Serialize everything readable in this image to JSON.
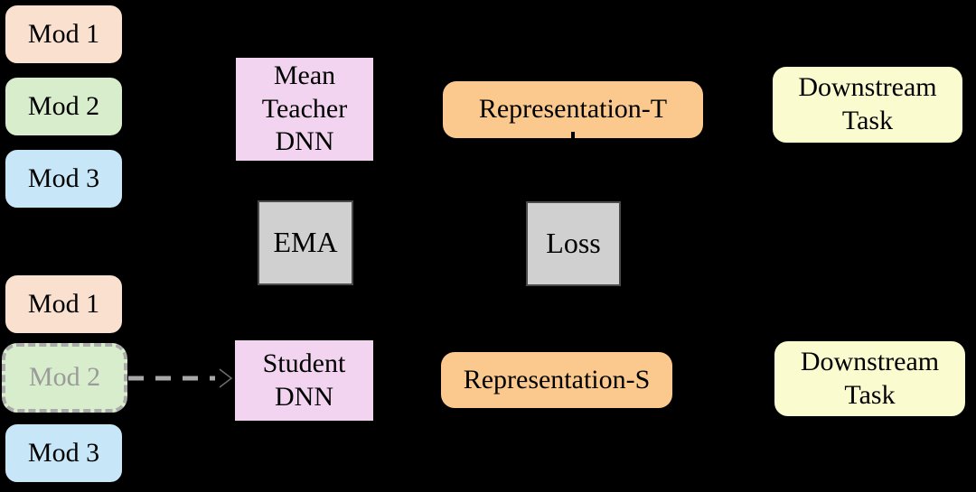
{
  "diagram": {
    "background_color": "#000000",
    "nodes": {
      "mod1_top": {
        "label": "Mod 1",
        "color": "#FAE0CE"
      },
      "mod2_top": {
        "label": "Mod 2",
        "color": "#D8EDCB"
      },
      "mod3_top": {
        "label": "Mod 3",
        "color": "#C7E7F8"
      },
      "mod1_bottom": {
        "label": "Mod 1",
        "color": "#FAE0CE"
      },
      "mod2_bottom": {
        "label": "Mod 2",
        "color": "#D8EDCB",
        "border_style": "dashed",
        "border_color": "#ABABAB",
        "text_color": "#9B9B9B"
      },
      "mod3_bottom": {
        "label": "Mod 3",
        "color": "#C7E7F8"
      },
      "mean_teacher_dnn": {
        "label": "Mean Teacher DNN",
        "color": "#F2D4F0"
      },
      "ema": {
        "label": "EMA",
        "color": "#D0D0D0"
      },
      "student_dnn": {
        "label": "Student DNN",
        "color": "#F2D4F0"
      },
      "representation_t": {
        "label": "Representation-T",
        "color": "#FBC98D"
      },
      "loss": {
        "label": "Loss",
        "color": "#D0D0D0"
      },
      "representation_s": {
        "label": "Representation-S",
        "color": "#FBC98D"
      },
      "downstream_top": {
        "label": "Downstream Task",
        "color": "#FBFBD0"
      },
      "downstream_bottom": {
        "label": "Downstream Task",
        "color": "#FBFBD0"
      }
    },
    "edges": {
      "dashed_arrow": {
        "from": "mod2_bottom",
        "to": "student_dnn",
        "style": "dashed",
        "color": "#A8A8A8"
      }
    }
  }
}
